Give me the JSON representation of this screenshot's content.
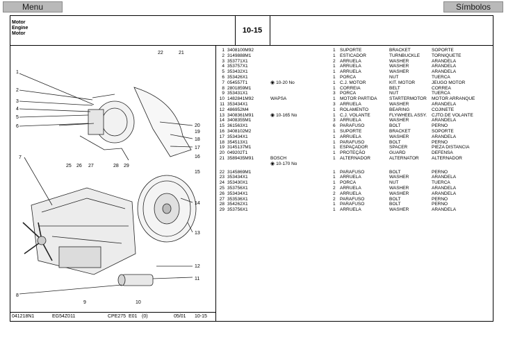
{
  "nav": {
    "menu_label": "Menu",
    "symbols_label": "Símbolos"
  },
  "header": {
    "title_lines": [
      "Motor",
      "Engine",
      "Motor"
    ],
    "section_code": "10-15"
  },
  "footer": {
    "fig_code": "041218N1",
    "engine_model": "EG54Z011",
    "catalog": "CPE275",
    "edition": "E01",
    "rev": "(0)",
    "date": "05/01",
    "section": "10-15"
  },
  "drawing": {
    "callouts": [
      "1",
      "2",
      "3",
      "4",
      "5",
      "6",
      "7",
      "8",
      "9",
      "10",
      "11",
      "12",
      "13",
      "14",
      "15",
      "16",
      "17",
      "18",
      "19",
      "20",
      "21",
      "22",
      "25",
      "26",
      "27",
      "28",
      "29"
    ]
  },
  "parts": [
    {
      "num": "1",
      "pn": "3408100M92",
      "note": "",
      "qty": "1",
      "pt": "SUPORTE",
      "en": "BRACKET",
      "es": "SOPORTE"
    },
    {
      "num": "2",
      "pn": "3149888M1",
      "note": "",
      "qty": "1",
      "pt": "ESTICADOR",
      "en": "TURNBUCKLE",
      "es": "TORNIQUETE"
    },
    {
      "num": "3",
      "pn": "353771X1",
      "note": "",
      "qty": "2",
      "pt": "ARRUELA",
      "en": "WASHER",
      "es": "ARANDELA"
    },
    {
      "num": "4",
      "pn": "353757X1",
      "note": "",
      "qty": "1",
      "pt": "ARRUELA",
      "en": "WASHER",
      "es": "ARANDELA"
    },
    {
      "num": "5",
      "pn": "353432X1",
      "note": "",
      "qty": "1",
      "pt": "ARRUELA",
      "en": "WASHER",
      "es": "ARANDELA"
    },
    {
      "num": "6",
      "pn": "353426X1",
      "note": "",
      "qty": "1",
      "pt": "PORCA",
      "en": "NUT",
      "es": "TUERCA"
    },
    {
      "num": "7",
      "pn": "054557T1",
      "note": "10-20 No",
      "eye": true,
      "qty": "1",
      "pt": "C.J. MOTOR",
      "en": "KIT. MOTOR",
      "es": "JEUGO MOTOR"
    },
    {
      "num": "8",
      "pn": "2801859M1",
      "note": "",
      "qty": "1",
      "pt": "CORREIA",
      "en": "BELT",
      "es": "CORREA"
    },
    {
      "num": "9",
      "pn": "353431X1",
      "note": "",
      "qty": "3",
      "pt": "PORCA",
      "en": "NUT",
      "es": "TUERCA"
    },
    {
      "num": "10",
      "pn": "1482841M92",
      "note": "WAPSA",
      "qty": "1",
      "pt": "MOTOR PARTIDA",
      "en": "STARTERMOTOR",
      "es": "MOTOR ARRANQUE"
    },
    {
      "num": "11",
      "pn": "353434X1",
      "note": "",
      "qty": "3",
      "pt": "ARRUELA",
      "en": "WASHER",
      "es": "ARANDELA"
    },
    {
      "num": "12",
      "pn": "486952M4",
      "note": "",
      "qty": "1",
      "pt": "ROLAMENTO",
      "en": "BEARING",
      "es": "COJINETE"
    },
    {
      "num": "13",
      "pn": "3408361M91",
      "note": "10-165 No",
      "eye": true,
      "qty": "1",
      "pt": "C.J. VOLANTE",
      "en": "FLYWHEEL ASSY.",
      "es": "CJTO.DE VOLANTE"
    },
    {
      "num": "14",
      "pn": "3408355M1",
      "note": "",
      "qty": "3",
      "pt": "ARRUELA",
      "en": "WASHER",
      "es": "ARANDELA"
    },
    {
      "num": "15",
      "pn": "361563X1",
      "note": "",
      "qty": "6",
      "pt": "PARAFUSO",
      "en": "BOLT",
      "es": "PERNO"
    },
    {
      "num": "16",
      "pn": "3408102M2",
      "note": "",
      "qty": "1",
      "pt": "SUPORTE",
      "en": "BRACKET",
      "es": "SOPORTE"
    },
    {
      "num": "17",
      "pn": "353434X1",
      "note": "",
      "qty": "1",
      "pt": "ARRUELA",
      "en": "WASHER",
      "es": "ARANDELA"
    },
    {
      "num": "18",
      "pn": "354513X1",
      "note": "",
      "qty": "1",
      "pt": "PARAFUSO",
      "en": "BOLT",
      "es": "PERNO"
    },
    {
      "num": "19",
      "pn": "3145137M1",
      "note": "",
      "qty": "1",
      "pt": "ESPAÇADOR",
      "en": "SPACER",
      "es": "PIEZA DISTANCIA"
    },
    {
      "num": "20",
      "pn": "049202T1",
      "note": "",
      "qty": "1",
      "pt": "PROTEÇÃO",
      "en": "GUARD",
      "es": "DEFENSA"
    },
    {
      "num": "21",
      "pn": "3589435M91",
      "note": "BOSCH",
      "qty": "1",
      "pt": "ALTERNADOR",
      "en": "ALTERNATOR",
      "es": "ALTERNADOR"
    },
    {
      "num": "",
      "pn": "",
      "note": "10-170 No",
      "eye": true,
      "qty": "",
      "pt": "",
      "en": "",
      "es": ""
    },
    {
      "num": "22",
      "pn": "3145869M1",
      "note": "",
      "qty": "1",
      "pt": "PARAFUSO",
      "en": "BOLT",
      "es": "PERNO"
    },
    {
      "num": "23",
      "pn": "353434X1",
      "note": "",
      "qty": "1",
      "pt": "ARRUELA",
      "en": "WASHER",
      "es": "ARANDELA"
    },
    {
      "num": "24",
      "pn": "353430X1",
      "note": "",
      "qty": "1",
      "pt": "PORCA",
      "en": "NUT",
      "es": "TUERCA"
    },
    {
      "num": "25",
      "pn": "353756X1",
      "note": "",
      "qty": "2",
      "pt": "ARRUELA",
      "en": "WASHER",
      "es": "ARANDELA"
    },
    {
      "num": "26",
      "pn": "353434X1",
      "note": "",
      "qty": "2",
      "pt": "ARRUELA",
      "en": "WASHER",
      "es": "ARANDELA"
    },
    {
      "num": "27",
      "pn": "353536X1",
      "note": "",
      "qty": "2",
      "pt": "PARAFUSO",
      "en": "BOLT",
      "es": "PERNO"
    },
    {
      "num": "28",
      "pn": "354262X1",
      "note": "",
      "qty": "1",
      "pt": "PARAFUSO",
      "en": "BOLT",
      "es": "PERNO"
    },
    {
      "num": "29",
      "pn": "353756X1",
      "note": "",
      "qty": "1",
      "pt": "ARRUELA",
      "en": "WASHER",
      "es": "ARANDELA"
    }
  ]
}
